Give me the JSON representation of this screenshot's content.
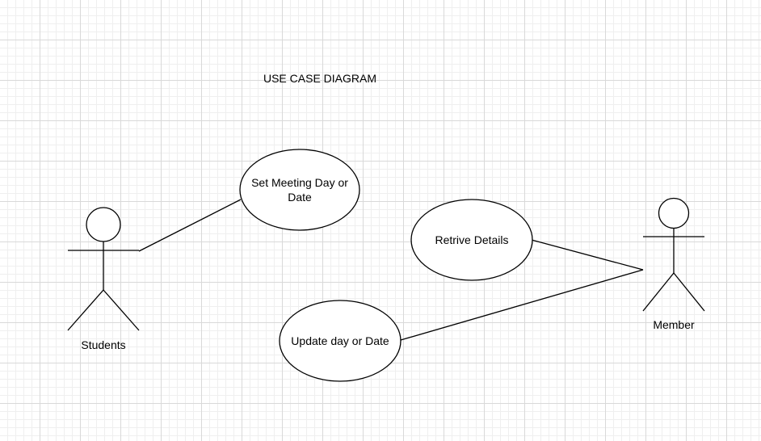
{
  "diagram": {
    "title": "USE CASE DIAGRAM",
    "actors": [
      {
        "name": "Students"
      },
      {
        "name": "Member"
      }
    ],
    "use_cases": [
      {
        "label": "Set Meeting Day or Date"
      },
      {
        "label": "Retrive Details"
      },
      {
        "label": "Update day or Date"
      }
    ],
    "associations": [
      {
        "from": "Students",
        "to": "Set Meeting Day or Date"
      },
      {
        "from": "Member",
        "to": "Retrive Details"
      },
      {
        "from": "Member",
        "to": "Update day or Date"
      }
    ]
  }
}
